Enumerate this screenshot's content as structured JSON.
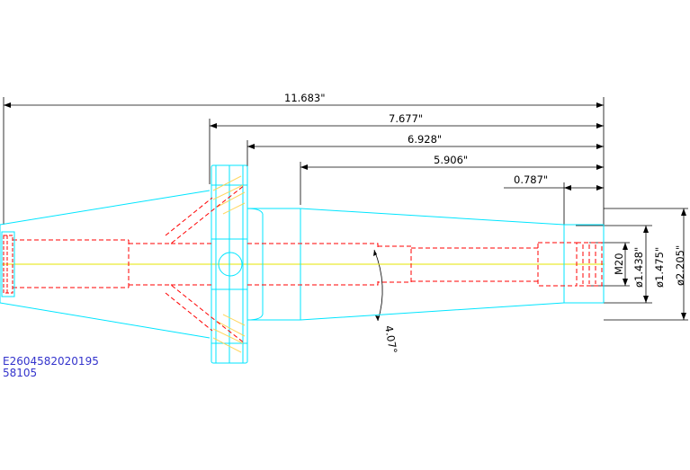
{
  "dimensions": {
    "overall_length": "11.683\"",
    "flange_to_end": "7.677\"",
    "gauge_to_end": "6.928\"",
    "body_to_end": "5.906\"",
    "bore_depth": "0.787\"",
    "thread": "M20",
    "bore_dia": "ø1.438\"",
    "pilot_dia": "ø1.475\"",
    "body_dia": "ø2.205\"",
    "taper_angle": "4.07°"
  },
  "part_info": {
    "part_number": "E2604582020195",
    "item_code": "58105"
  },
  "colors": {
    "outline": "#00e5ff",
    "hidden": "#ff0000",
    "centerline": "#e6e600",
    "dimension": "#000000",
    "hatch": "#ffd24d",
    "text_id": "#3333cc"
  }
}
